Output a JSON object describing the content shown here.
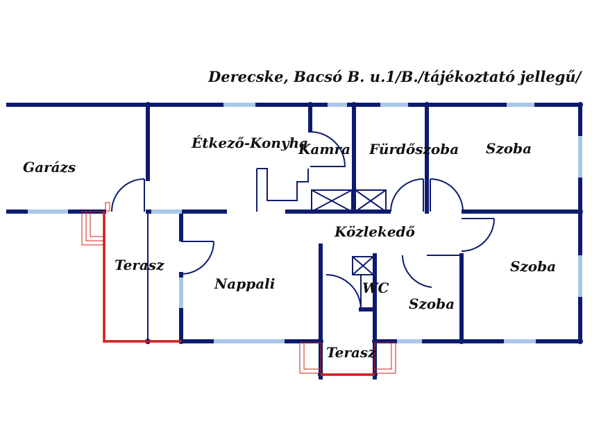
{
  "title": "Derecske, Bacsó B. u.1/B./tájékoztató jellegű/",
  "rooms": {
    "garazs": "Garázs",
    "etkezo_konyha": "Étkező-Konyha",
    "kamra": "Kamra",
    "furdoszoba": "Fürdőszoba",
    "szoba_top": "Szoba",
    "kozlekedo": "Közlekedő",
    "terasz_left": "Terasz",
    "nappali": "Nappali",
    "wc": "WC",
    "szoba_mid": "Szoba",
    "szoba_right": "Szoba",
    "terasz_bottom": "Terasz"
  },
  "colors": {
    "wall": "#0d1b6e",
    "window": "#a9c8e8",
    "terrace": "#d01c1c",
    "door": "#0d1b6e"
  }
}
